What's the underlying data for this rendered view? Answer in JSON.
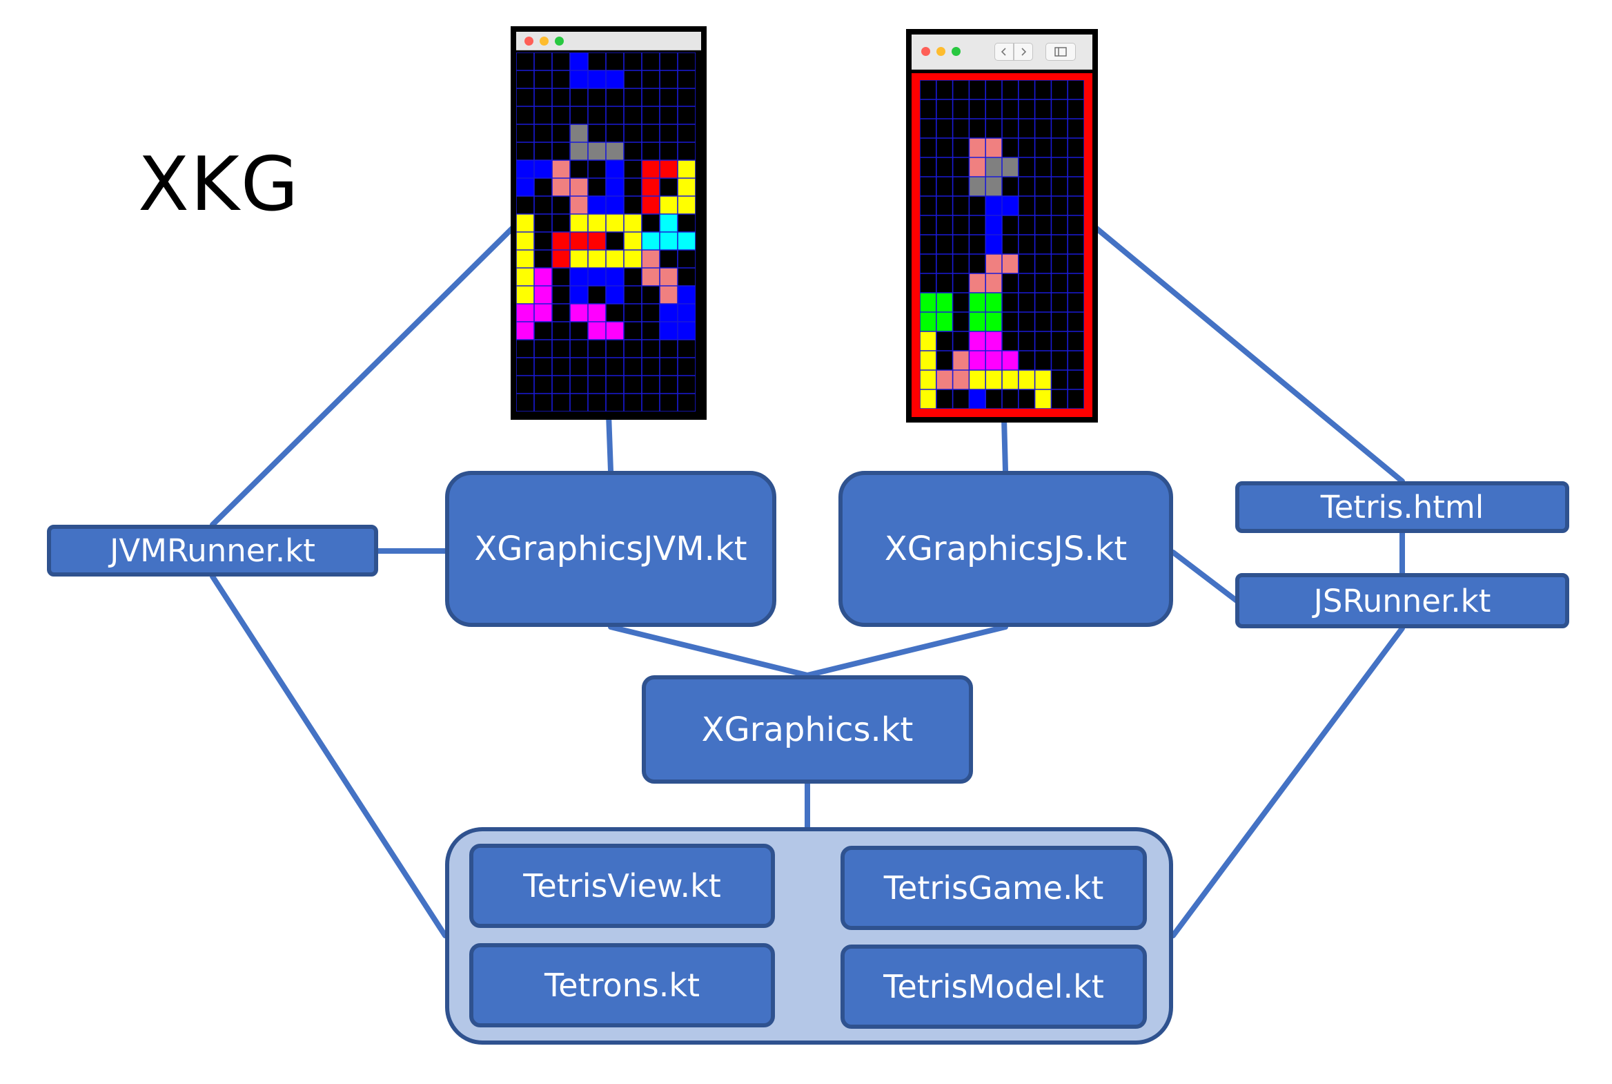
{
  "title": "XKG",
  "nodes": {
    "jvm_runner": "JVMRunner.kt",
    "xgraphics_jvm": "XGraphicsJVM.kt",
    "xgraphics_js": "XGraphicsJS.kt",
    "tetris_html": "Tetris.html",
    "js_runner": "JSRunner.kt",
    "xgraphics": "XGraphics.kt",
    "tetris_view": "TetrisView.kt",
    "tetris_game": "TetrisGame.kt",
    "tetrons": "Tetrons.kt",
    "tetris_model": "TetrisModel.kt"
  },
  "colors": {
    "box_fill": "#4472c4",
    "box_border": "#2f528f",
    "group_fill": "#b4c7e7",
    "connector": "#4472c4",
    "grid_line": "#1a1ad8",
    "frame_red": "#ff0000"
  },
  "icons": {
    "window_close": "traffic-light-red-icon",
    "window_minimize": "traffic-light-yellow-icon",
    "window_zoom": "traffic-light-green-icon",
    "browser_back": "chevron-left-icon",
    "browser_forward": "chevron-right-icon",
    "browser_sidebar": "sidebar-toggle-icon"
  },
  "tetris_jvm": {
    "cols": 10,
    "rows": 20,
    "cells": [
      [
        0,
        3,
        "B"
      ],
      [
        1,
        3,
        "B"
      ],
      [
        1,
        4,
        "B"
      ],
      [
        1,
        5,
        "B"
      ],
      [
        4,
        3,
        "G"
      ],
      [
        5,
        3,
        "G"
      ],
      [
        5,
        4,
        "G"
      ],
      [
        5,
        5,
        "G"
      ],
      [
        6,
        0,
        "B"
      ],
      [
        6,
        1,
        "B"
      ],
      [
        6,
        2,
        "S"
      ],
      [
        6,
        5,
        "B"
      ],
      [
        6,
        7,
        "R"
      ],
      [
        6,
        8,
        "R"
      ],
      [
        6,
        9,
        "Y"
      ],
      [
        7,
        0,
        "B"
      ],
      [
        7,
        2,
        "S"
      ],
      [
        7,
        3,
        "S"
      ],
      [
        7,
        5,
        "B"
      ],
      [
        7,
        7,
        "R"
      ],
      [
        7,
        9,
        "Y"
      ],
      [
        8,
        3,
        "S"
      ],
      [
        8,
        4,
        "B"
      ],
      [
        8,
        5,
        "B"
      ],
      [
        8,
        7,
        "R"
      ],
      [
        8,
        8,
        "Y"
      ],
      [
        8,
        9,
        "Y"
      ],
      [
        9,
        0,
        "Y"
      ],
      [
        9,
        3,
        "Y"
      ],
      [
        9,
        4,
        "Y"
      ],
      [
        9,
        5,
        "Y"
      ],
      [
        9,
        6,
        "Y"
      ],
      [
        9,
        8,
        "C"
      ],
      [
        10,
        0,
        "Y"
      ],
      [
        10,
        2,
        "R"
      ],
      [
        10,
        3,
        "R"
      ],
      [
        10,
        4,
        "R"
      ],
      [
        10,
        6,
        "Y"
      ],
      [
        10,
        7,
        "C"
      ],
      [
        10,
        8,
        "C"
      ],
      [
        10,
        9,
        "C"
      ],
      [
        11,
        0,
        "Y"
      ],
      [
        11,
        2,
        "R"
      ],
      [
        11,
        3,
        "Y"
      ],
      [
        11,
        4,
        "Y"
      ],
      [
        11,
        5,
        "Y"
      ],
      [
        11,
        6,
        "Y"
      ],
      [
        11,
        7,
        "S"
      ],
      [
        12,
        0,
        "Y"
      ],
      [
        12,
        1,
        "M"
      ],
      [
        12,
        3,
        "B"
      ],
      [
        12,
        4,
        "B"
      ],
      [
        12,
        5,
        "B"
      ],
      [
        12,
        7,
        "S"
      ],
      [
        12,
        8,
        "S"
      ],
      [
        13,
        0,
        "Y"
      ],
      [
        13,
        1,
        "M"
      ],
      [
        13,
        3,
        "B"
      ],
      [
        13,
        5,
        "B"
      ],
      [
        13,
        8,
        "S"
      ],
      [
        13,
        9,
        "B"
      ],
      [
        14,
        0,
        "M"
      ],
      [
        14,
        1,
        "M"
      ],
      [
        14,
        3,
        "M"
      ],
      [
        14,
        4,
        "M"
      ],
      [
        14,
        8,
        "B"
      ],
      [
        14,
        9,
        "B"
      ],
      [
        15,
        0,
        "M"
      ],
      [
        15,
        4,
        "M"
      ],
      [
        15,
        5,
        "M"
      ],
      [
        15,
        8,
        "B"
      ],
      [
        15,
        9,
        "B"
      ]
    ]
  },
  "tetris_js": {
    "cols": 10,
    "rows": 17,
    "cells": [
      [
        3,
        3,
        "S"
      ],
      [
        3,
        4,
        "S"
      ],
      [
        4,
        3,
        "S"
      ],
      [
        4,
        4,
        "G"
      ],
      [
        4,
        5,
        "G"
      ],
      [
        5,
        3,
        "G"
      ],
      [
        5,
        4,
        "G"
      ],
      [
        6,
        4,
        "B"
      ],
      [
        6,
        5,
        "B"
      ],
      [
        7,
        4,
        "B"
      ],
      [
        8,
        4,
        "B"
      ],
      [
        9,
        4,
        "S"
      ],
      [
        9,
        5,
        "S"
      ],
      [
        10,
        3,
        "S"
      ],
      [
        10,
        4,
        "S"
      ],
      [
        11,
        0,
        "N"
      ],
      [
        11,
        1,
        "N"
      ],
      [
        11,
        3,
        "N"
      ],
      [
        11,
        4,
        "N"
      ],
      [
        12,
        0,
        "N"
      ],
      [
        12,
        1,
        "N"
      ],
      [
        12,
        3,
        "N"
      ],
      [
        12,
        4,
        "N"
      ],
      [
        13,
        0,
        "Y"
      ],
      [
        13,
        3,
        "M"
      ],
      [
        13,
        4,
        "M"
      ],
      [
        14,
        0,
        "Y"
      ],
      [
        14,
        2,
        "S"
      ],
      [
        14,
        3,
        "M"
      ],
      [
        14,
        4,
        "M"
      ],
      [
        14,
        5,
        "M"
      ],
      [
        15,
        0,
        "Y"
      ],
      [
        15,
        1,
        "S"
      ],
      [
        15,
        2,
        "S"
      ],
      [
        15,
        3,
        "Y"
      ],
      [
        15,
        4,
        "Y"
      ],
      [
        15,
        5,
        "Y"
      ],
      [
        15,
        6,
        "Y"
      ],
      [
        15,
        7,
        "Y"
      ],
      [
        16,
        0,
        "Y"
      ],
      [
        16,
        3,
        "B"
      ],
      [
        16,
        7,
        "Y"
      ]
    ]
  }
}
